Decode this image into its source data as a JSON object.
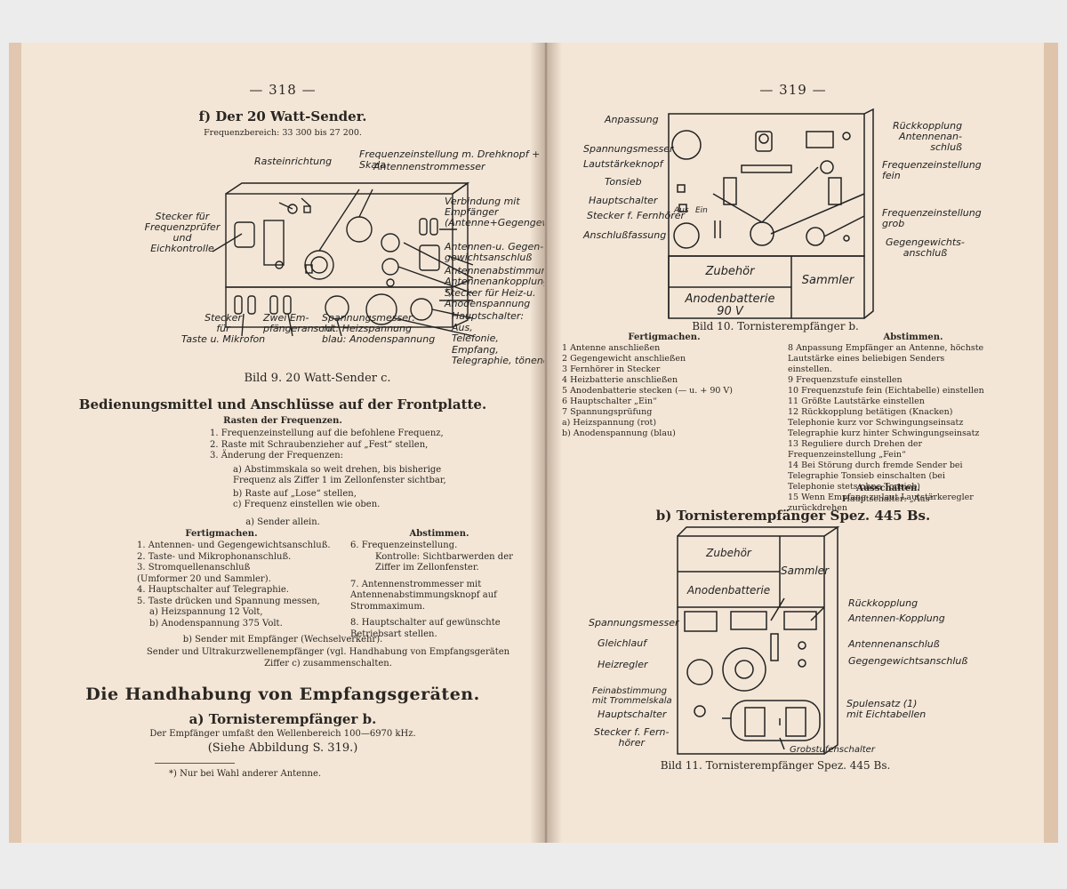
{
  "left": {
    "page_number": "— 318 —",
    "section_title": "f) Der 20 Watt-Sender.",
    "freq_range": "Frequenzbereich: 33 300 bis 27 200.",
    "fig_labels": {
      "rasteinrichtung": "Rasteinrichtung",
      "frequenzeinstellung": "Frequenzeinstellung m. Drehknopf + Skala",
      "antennenstrommesser": "Antennenstrommesser",
      "stecker_frequenz": "Stecker für\nFrequenzprüfer\nund\nEichkontrolle",
      "verbindung": "Verbindung mit\nEmpfänger\n(Antenne+Gegengewicht)",
      "antennen_gegen": "Antennen-u. Gegen-\ngewichtsanschluß",
      "antennenabstimmung": "Antennenabstimmung",
      "antennenankopplung": "Antennenankopplung *)",
      "stecker_heiz": "Stecker für Heiz-u.\nAnodenspannung",
      "hauptschalter": "Hauptschalter:\nAus,\nTelefonie,\nEmpfang,\nTelegraphie, tönend",
      "stecker_taste": "Stecker\nfür\nTaste u. Mikrofon",
      "zwei_emp": "Zwei Em-\npfängeranschl.",
      "spannungsmesser": "Spannungsmesser:\nrot: Heizspannung\nblau: Anodenspannung"
    },
    "fig_caption": "Bild 9.  20 Watt-Sender c.",
    "bedienung_title": "Bedienungsmittel und Anschlüsse auf der Frontplatte.",
    "rasten_title": "Rasten der Frequenzen.",
    "rasten_items": [
      "1. Frequenzeinstellung auf die befohlene Frequenz,",
      "2. Raste mit Schraubenzieher auf „Fest“ stellen,",
      "3. Änderung der Frequenzen:",
      "a) Abstimmskala so weit drehen, bis bisherige Frequenz als Ziffer 1 im Zellonfenster sichtbar,",
      "b) Raste auf „Lose“ stellen,",
      "c) Frequenz einstellen wie oben."
    ],
    "sender_allein": "a) Sender allein.",
    "fertig_title": "Fertigmachen.",
    "fertig_items": [
      "1. Antennen- und Gegengewichtsanschluß.",
      "2. Taste- und Mikrophonanschluß.",
      "3. Stromquellenanschluß (Umformer 20 und Sammler).",
      "4. Hauptschalter auf Telegraphie.",
      "5. Taste drücken und Spannung messen,",
      "a) Heizspannung 12 Volt,",
      "b) Anodenspannung 375 Volt."
    ],
    "abst_title": "Abstimmen.",
    "abst_items": [
      "6. Frequenzeinstellung.",
      "Kontrolle: Sichtbarwerden der Ziffer im Zellonfenster.",
      "7. Antennenstrommesser mit Antennenabstimmungsknopf auf Strommaximum.",
      "8. Hauptschalter auf gewünschte Betriebsart stellen."
    ],
    "sender_empf": "b) Sender mit Empfänger (Wechselverkehr).",
    "sender_ultra": "Sender und Ultrakurzwellenempfänger (vgl. Handhabung von Empfangsgeräten Ziffer c) zusammenschalten.",
    "handhabung_title": "Die Handhabung von Empfangsgeräten.",
    "tornister_title": "a) Tornisterempfänger b.",
    "tornister_desc": "Der Empfänger umfaßt den Wellenbereich 100—6970 kHz.",
    "siehe": "(Siehe Abbildung S. 319.)",
    "footnote": "*) Nur bei Wahl anderer Antenne."
  },
  "right": {
    "page_number": "— 319 —",
    "fig10_labels": {
      "anpassung": "Anpassung",
      "spannungsmesser": "Spannungsmesser",
      "lautstaerke": "Lautstärkeknopf",
      "tonsieb": "Tonsieb",
      "hauptschalter": "Hauptschalter",
      "stecker_fern": "Stecker f. Fernhörer",
      "anschluss": "Anschlußfassung",
      "aus": "Aus",
      "ein": "Ein",
      "rueckkopplung": "Rückkopplung",
      "antennenanschluss": "Antennenan-\nschluß",
      "freq_fein": "Frequenzeinstellung\nfein",
      "freq_grob": "Frequenzeinstellung\ngrob",
      "gegengewicht": "Gegengewichts-\nanschluß",
      "zubehoer": "Zubehör",
      "sammler": "Sammler",
      "anodenbatterie": "Anodenbatterie\n90 V"
    },
    "fig10_caption": "Bild 10.  Tornisterempfänger b.",
    "fertig_title": "Fertigmachen.",
    "fertig_items": [
      "1 Antenne anschließen",
      "2 Gegengewicht anschließen",
      "3 Fernhörer in Stecker",
      "4 Heizbatterie anschließen",
      "5 Anodenbatterie stecken (— u. + 90 V)",
      "6 Hauptschalter „Ein“",
      "7 Spannungsprüfung",
      "a) Heizspannung (rot)",
      "b) Anodenspannung (blau)"
    ],
    "abst_title": "Abstimmen.",
    "abst_items": [
      "8 Anpassung Empfänger an Antenne, höchste Lautstärke eines beliebigen Senders einstellen.",
      "9 Frequenzstufe einstellen",
      "10 Frequenzstufe fein (Eichtabelle) einstellen",
      "11 Größte Lautstärke einstellen",
      "12 Rückkopplung betätigen (Knacken) Telephonie kurz vor Schwingungseinsatz Telegraphie kurz hinter Schwingungseinsatz",
      "13 Reguliere durch Drehen der Frequenzeinstellung „Fein“",
      "14 Bei Störung durch fremde Sender bei Telegraphie Tonsieb einschalten (bei Telephonie stets ohne Tonsieb)",
      "15 Wenn Empfang zu laut Lautstärkeregler zurückdrehen"
    ],
    "aus_title": "Ausschalten.",
    "aus_item": "Hauptschalter: „Aus“",
    "spez_title": "b) Tornisterempfänger Spez. 445 Bs.",
    "fig11_labels": {
      "zubehoer": "Zubehör",
      "sammler": "Sammler",
      "anodenbatterie": "Anodenbatterie",
      "rueckkopplung": "Rückkopplung",
      "antennen_kopplung": "Antennen-Kopplung",
      "spannungsmesser": "Spannungsmesser",
      "antennenanschluss": "Antennenanschluß",
      "gleichlauf": "Gleichlauf",
      "gegengewicht": "Gegengewichtsanschluß",
      "heizregler": "Heizregler",
      "feinabstimmung": "Feinabstimmung\nmit Trommelskala",
      "hauptschalter": "Hauptschalter",
      "stecker_fern": "Stecker f. Fern-\nhörer",
      "spulensatz": "Spulensatz (1)\nmit Eichtabellen",
      "grobstufen": "Grobstufenschalter"
    },
    "fig11_caption": "Bild 11.  Tornisterempfänger Spez. 445 Bs."
  }
}
